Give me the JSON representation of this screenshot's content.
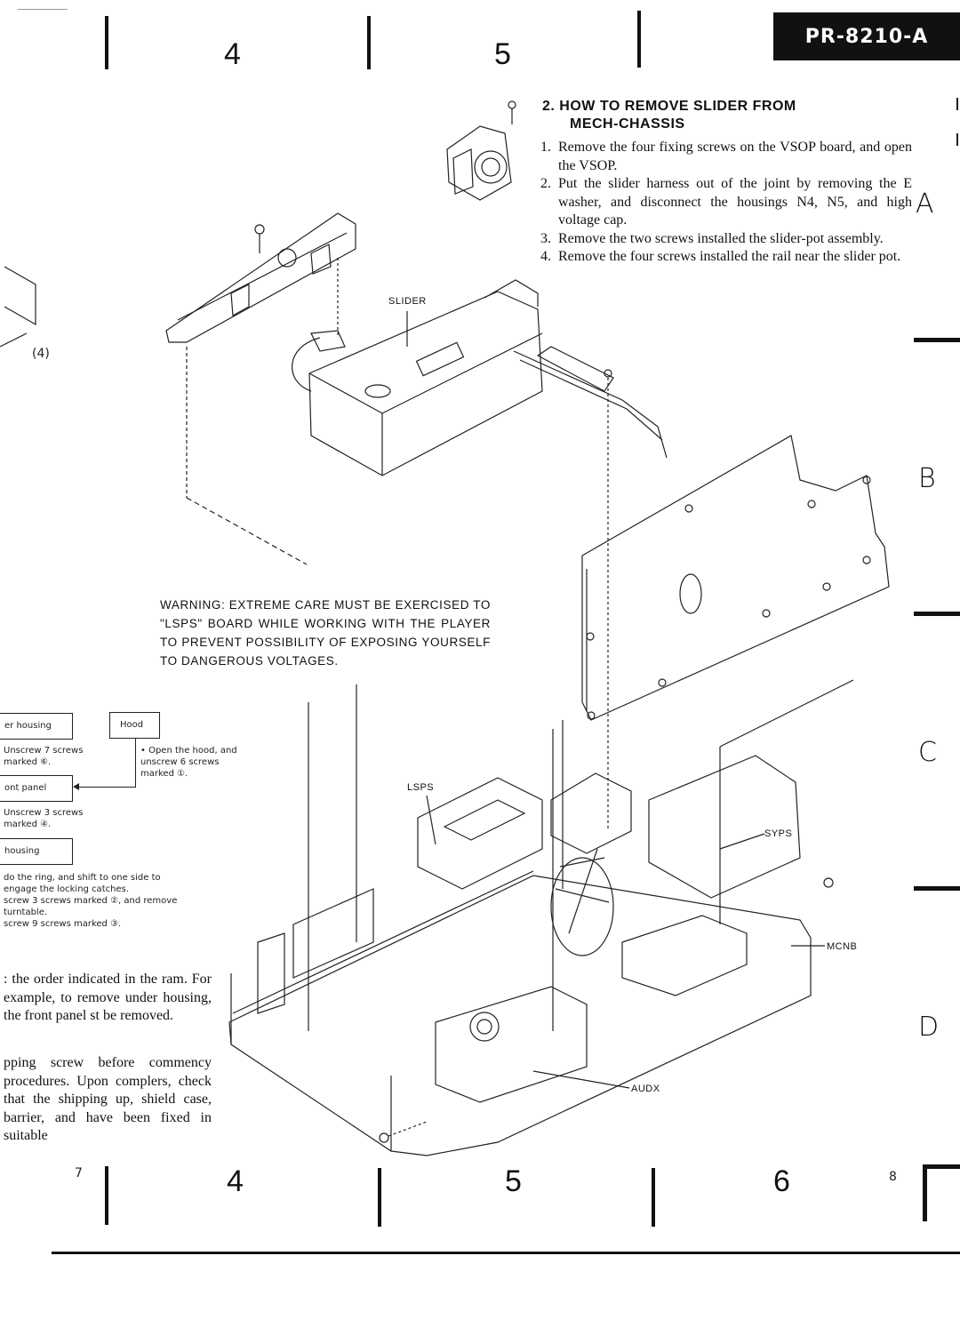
{
  "header": {
    "columns": [
      "4",
      "5"
    ],
    "model": "PR-8210-A"
  },
  "footer": {
    "small_left": "7",
    "columns": [
      "4",
      "5",
      "6"
    ],
    "small_right": "8"
  },
  "row_letters": [
    "A",
    "B",
    "C",
    "D"
  ],
  "section": {
    "heading_line1": "2.  HOW TO REMOVE SLIDER FROM",
    "heading_line2": "MECH-CHASSIS",
    "steps": [
      {
        "num": "1.",
        "text": "Remove the four fixing screws on the VSOP board, and open the VSOP."
      },
      {
        "num": "2.",
        "text": "Put the slider harness out of the joint by removing the E washer, and disconnect the housings N4, N5, and high voltage cap."
      },
      {
        "num": "3.",
        "text": "Remove the two screws installed the slider-pot assembly."
      },
      {
        "num": "4.",
        "text": "Remove the four screws installed the rail near the slider pot."
      }
    ]
  },
  "warning": "WARNING: EXTREME CARE MUST BE EXERCISED TO \"LSPS\" BOARD WHILE WORKING WITH THE PLAYER TO PREVENT POSSIBILITY OF EXPOSING YOURSELF TO DANGEROUS VOLTAGES.",
  "callouts": {
    "slider": "SLIDER",
    "lsps": "LSPS",
    "syps": "SYPS",
    "mcnb": "MCNB",
    "audx": "AUDX"
  },
  "flowchart": {
    "box_upper_housing": "er housing",
    "box_hood": "Hood",
    "note_upper": "Unscrew 7 screws marked ⑥.",
    "note_hood": "• Open the hood, and unscrew 6 screws marked ①.",
    "box_front_panel": "ont panel",
    "note_front": "Unscrew 3 screws marked ④.",
    "box_housing": "housing",
    "bottom_notes": [
      "do the ring, and shift to one side to",
      "engage the locking catches.",
      "screw 3 screws marked ②, and remove",
      " turntable.",
      "screw 9 screws marked ③."
    ]
  },
  "left_fragment": "4",
  "left_paragraph1": ": the order indicated in the ram. For example, to remove under housing, the front panel st be removed.",
  "left_paragraph2": "pping screw before commency procedures. Upon complers, check that the shipping up, shield case, barrier, and have been fixed in suitable"
}
